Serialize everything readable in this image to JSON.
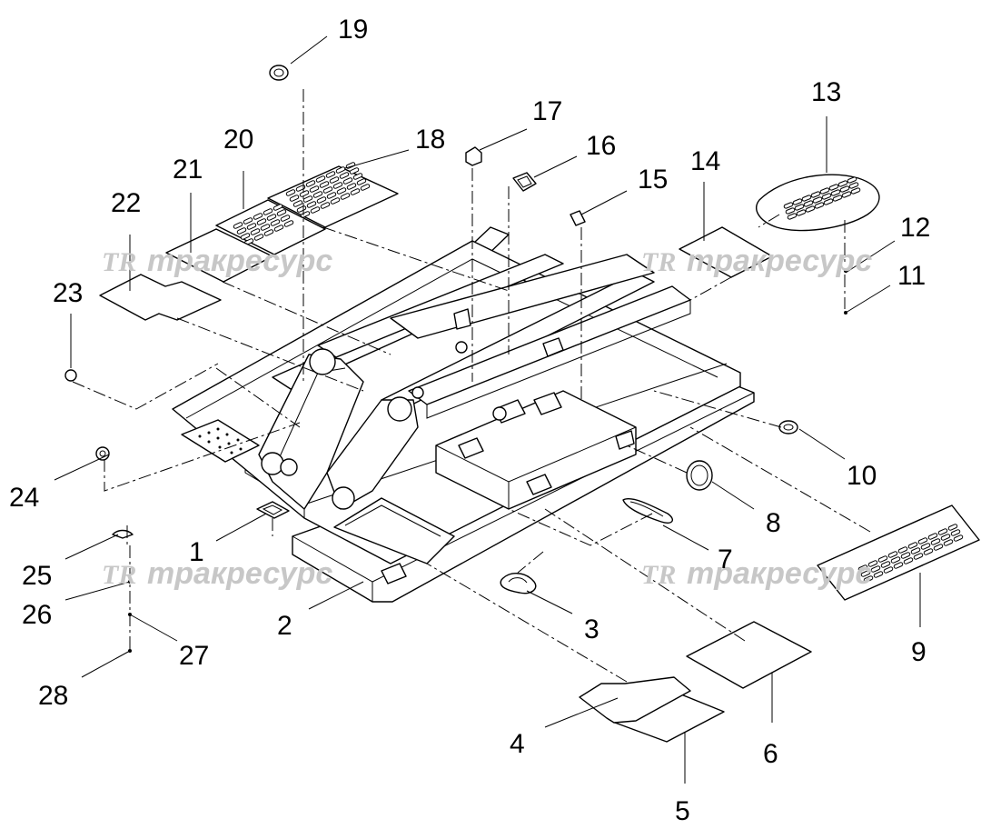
{
  "diagram": {
    "labels": [
      "1",
      "2",
      "3",
      "4",
      "5",
      "6",
      "7",
      "8",
      "9",
      "10",
      "11",
      "12",
      "13",
      "14",
      "15",
      "16",
      "17",
      "18",
      "19",
      "20",
      "21",
      "22",
      "23",
      "24",
      "25",
      "26",
      "27",
      "28"
    ]
  },
  "watermark": {
    "logo": "TR",
    "text": "тракресурс",
    "color": "#c7c7c7"
  }
}
